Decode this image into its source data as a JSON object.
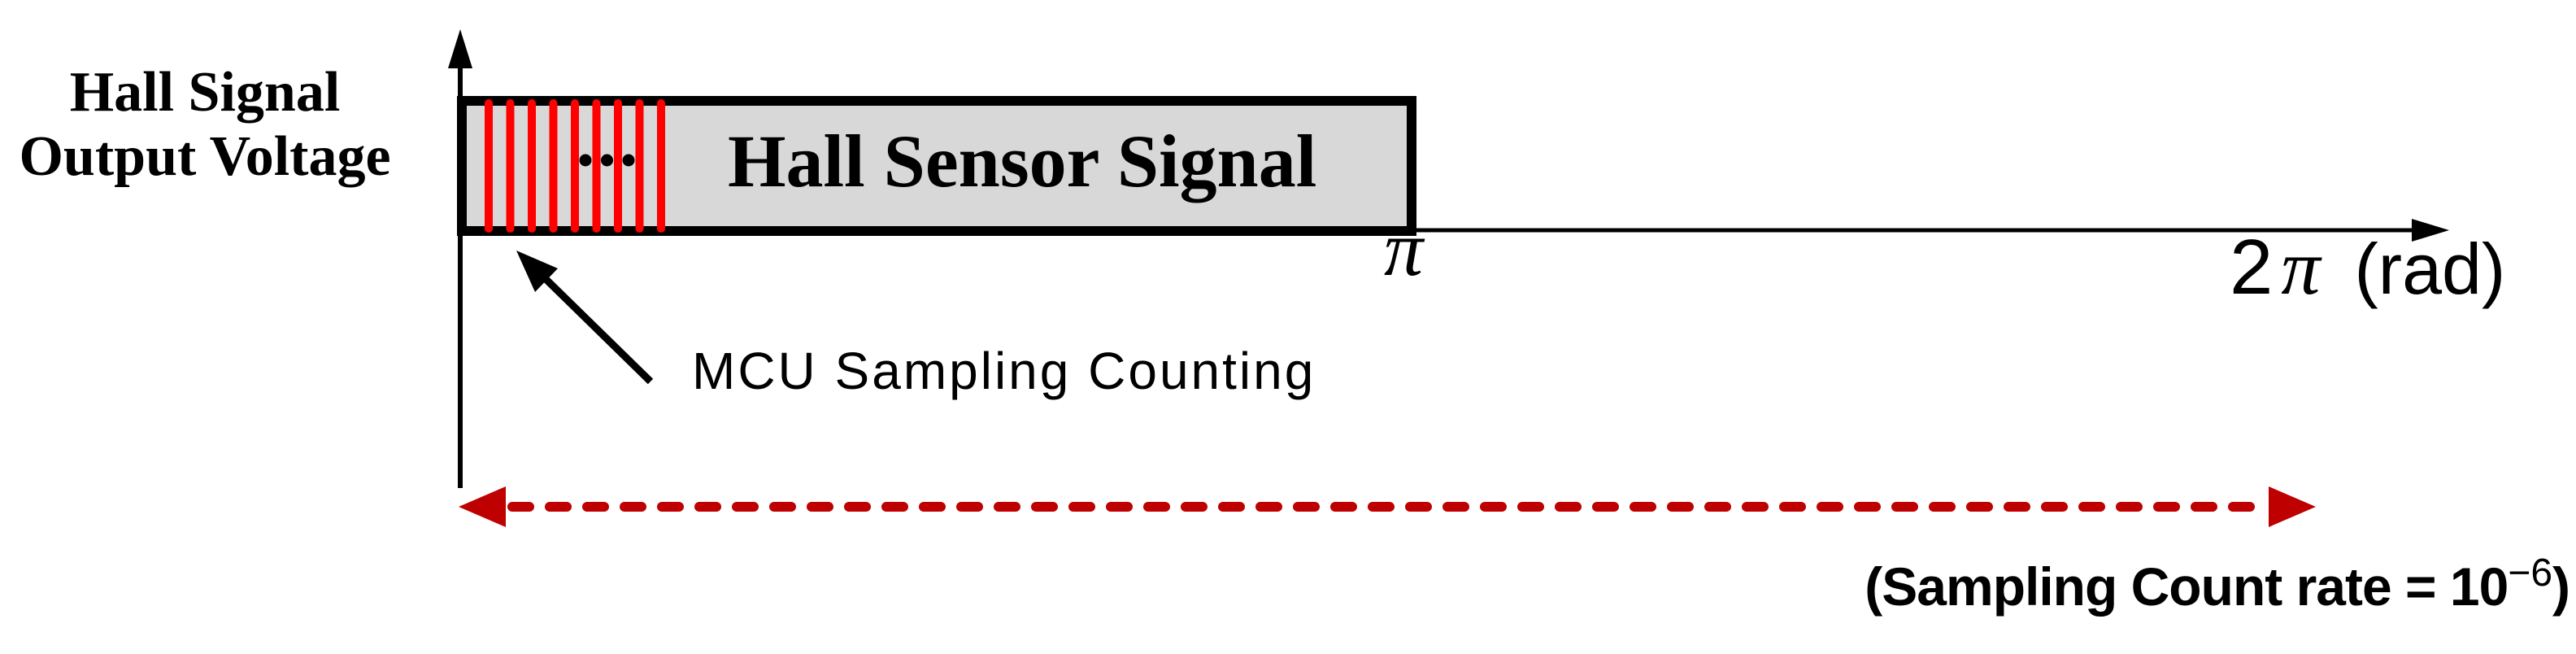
{
  "colors": {
    "sample_line": "#ff0000",
    "range_arrow": "#bf0000",
    "box_fill": "#d8d8d8"
  },
  "labels": {
    "y_axis_line1": "Hall Signal",
    "y_axis_line2": "Output Voltage",
    "box": "Hall Sensor Signal",
    "annotation": "MCU Sampling Counting"
  },
  "axis": {
    "pi_tick": "π",
    "two_pi_coeff": "2",
    "two_pi_symbol": "π",
    "unit": "(rad)"
  },
  "note": {
    "prefix": "(Sampling Count rate = 10",
    "superscript": "−6",
    "suffix": ")"
  }
}
